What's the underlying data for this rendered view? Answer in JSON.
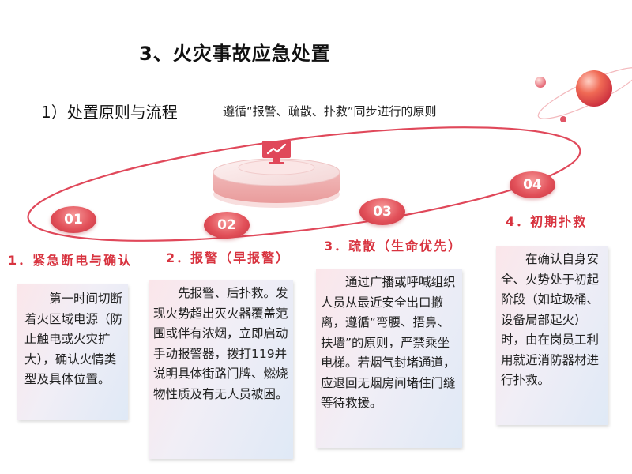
{
  "title": "3、火灾事故应急处置",
  "subtitle": "1）处置原则与流程",
  "principle": "遵循“报警、疏散、扑救”同步进行的原则",
  "colors": {
    "accent": "#d8333f",
    "badge": "#e2515a",
    "ring": "#e0485a"
  },
  "icons": [
    "monitor-chart-icon",
    "planet-icon"
  ],
  "steps": [
    {
      "badge": "01",
      "label": "1．紧急断电与确认",
      "text": "　　第一时间切断着火区域电源（防止触电或火灾扩大），确认火情类型及具体位置。"
    },
    {
      "badge": "02",
      "label": "2．报警（早报警）",
      "text": "　　先报警、后扑救。发现火势超出灭火器覆盖范围或伴有浓烟，立即启动手动报警器，拨打119并说明具体街路门牌、燃烧物性质及有无人员被困。"
    },
    {
      "badge": "03",
      "label": "3．疏散（生命优先）",
      "text": "　　通过广播或呼喊组织人员从最近安全出口撤离，遵循“弯腰、捂鼻、扶墙”的原则，严禁乘坐电梯。若烟气封堵通道，应退回无烟房间堵住门缝等待救援。"
    },
    {
      "badge": "04",
      "label": "4．初期扑救",
      "text": "　　在确认自身安全、火势处于初起阶段（如垃圾桶、设备局部起火）时，由在岗员工利用就近消防器材进行扑救。"
    }
  ]
}
